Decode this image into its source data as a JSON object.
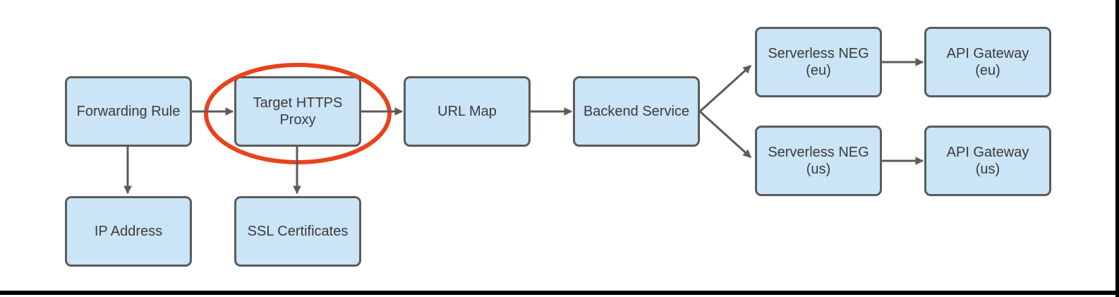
{
  "colors": {
    "background": "#ffffff",
    "node_fill": "#cbe4f6",
    "node_border": "#5b5b5b",
    "text": "#3b3b3b",
    "arrow": "#5b5b5b",
    "highlight": "#e8431c",
    "frame": "#000000"
  },
  "diagram": {
    "nodes": {
      "forwarding_rule": {
        "lines": [
          "Forwarding Rule"
        ]
      },
      "target_https_proxy": {
        "lines": [
          "Target HTTPS",
          "Proxy"
        ],
        "highlighted": true
      },
      "url_map": {
        "lines": [
          "URL Map"
        ]
      },
      "backend_service": {
        "lines": [
          "Backend Service"
        ]
      },
      "serverless_neg_eu": {
        "lines": [
          "Serverless NEG",
          "(eu)"
        ]
      },
      "api_gateway_eu": {
        "lines": [
          "API Gateway",
          "(eu)"
        ]
      },
      "serverless_neg_us": {
        "lines": [
          "Serverless NEG",
          "(us)"
        ]
      },
      "api_gateway_us": {
        "lines": [
          "API Gateway",
          "(us)"
        ]
      },
      "ip_address": {
        "lines": [
          "IP Address"
        ]
      },
      "ssl_certificates": {
        "lines": [
          "SSL Certificates"
        ]
      }
    },
    "edges": [
      {
        "from": "forwarding_rule",
        "to": "target_https_proxy"
      },
      {
        "from": "target_https_proxy",
        "to": "url_map"
      },
      {
        "from": "url_map",
        "to": "backend_service"
      },
      {
        "from": "backend_service",
        "to": "serverless_neg_eu"
      },
      {
        "from": "backend_service",
        "to": "serverless_neg_us"
      },
      {
        "from": "serverless_neg_eu",
        "to": "api_gateway_eu"
      },
      {
        "from": "serverless_neg_us",
        "to": "api_gateway_us"
      },
      {
        "from": "forwarding_rule",
        "to": "ip_address"
      },
      {
        "from": "target_https_proxy",
        "to": "ssl_certificates"
      }
    ],
    "highlight": {
      "shape": "ellipse",
      "around": "target_https_proxy"
    }
  }
}
